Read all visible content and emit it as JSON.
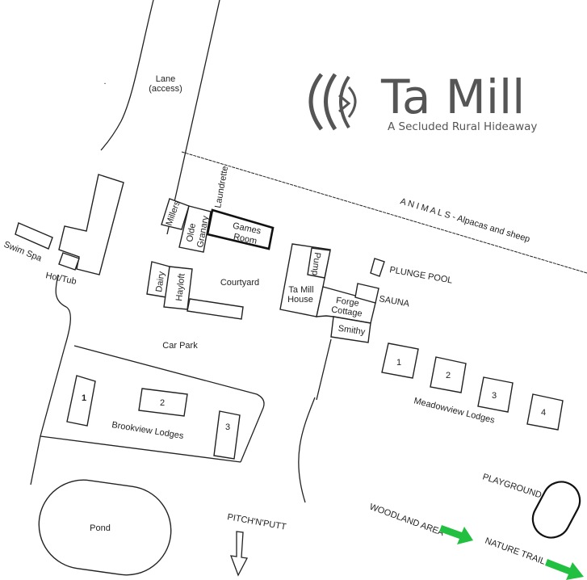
{
  "logo": {
    "title": "Ta Mill",
    "tagline": "A Secluded Rural Hideaway"
  },
  "roads": {
    "lane": "Lane",
    "lane_note": "(access)"
  },
  "boundary": {
    "label": "A N I M A L S - Alpacas and sheep"
  },
  "buildings": {
    "swim_spa": "Swim Spa",
    "hot_tub": "Hot/Tub",
    "millers": "Millers",
    "olde": "Olde",
    "granary": "Granary",
    "laundrette": "Laundrette",
    "games": "Games",
    "room": "Room",
    "dairy": "Dairy",
    "hayloft": "Hayloft",
    "ta_mill": "Ta Mill",
    "house": "House",
    "pump": "Pump",
    "forge": "Forge",
    "cottage": "Cottage",
    "smithy": "Smithy",
    "sauna": "SAUNA",
    "plunge_pool": "PLUNGE POOL"
  },
  "areas": {
    "courtyard": "Courtyard",
    "car_park": "Car Park",
    "brookview": "Brookview Lodges",
    "meadowview": "Meadowview Lodges",
    "pond": "Pond",
    "pitch_n_putt": "PITCH'N'PUTT",
    "playground": "PLAYGROUND",
    "woodland": "WOODLAND AREA",
    "nature_trail": "NATURE TRAIL"
  },
  "brookview_lodges": [
    "1",
    "2",
    "3"
  ],
  "meadowview_lodges": [
    "1",
    "2",
    "3",
    "4"
  ],
  "colors": {
    "arrow": "#22c040",
    "ink": "#222222",
    "logo": "#555555"
  }
}
